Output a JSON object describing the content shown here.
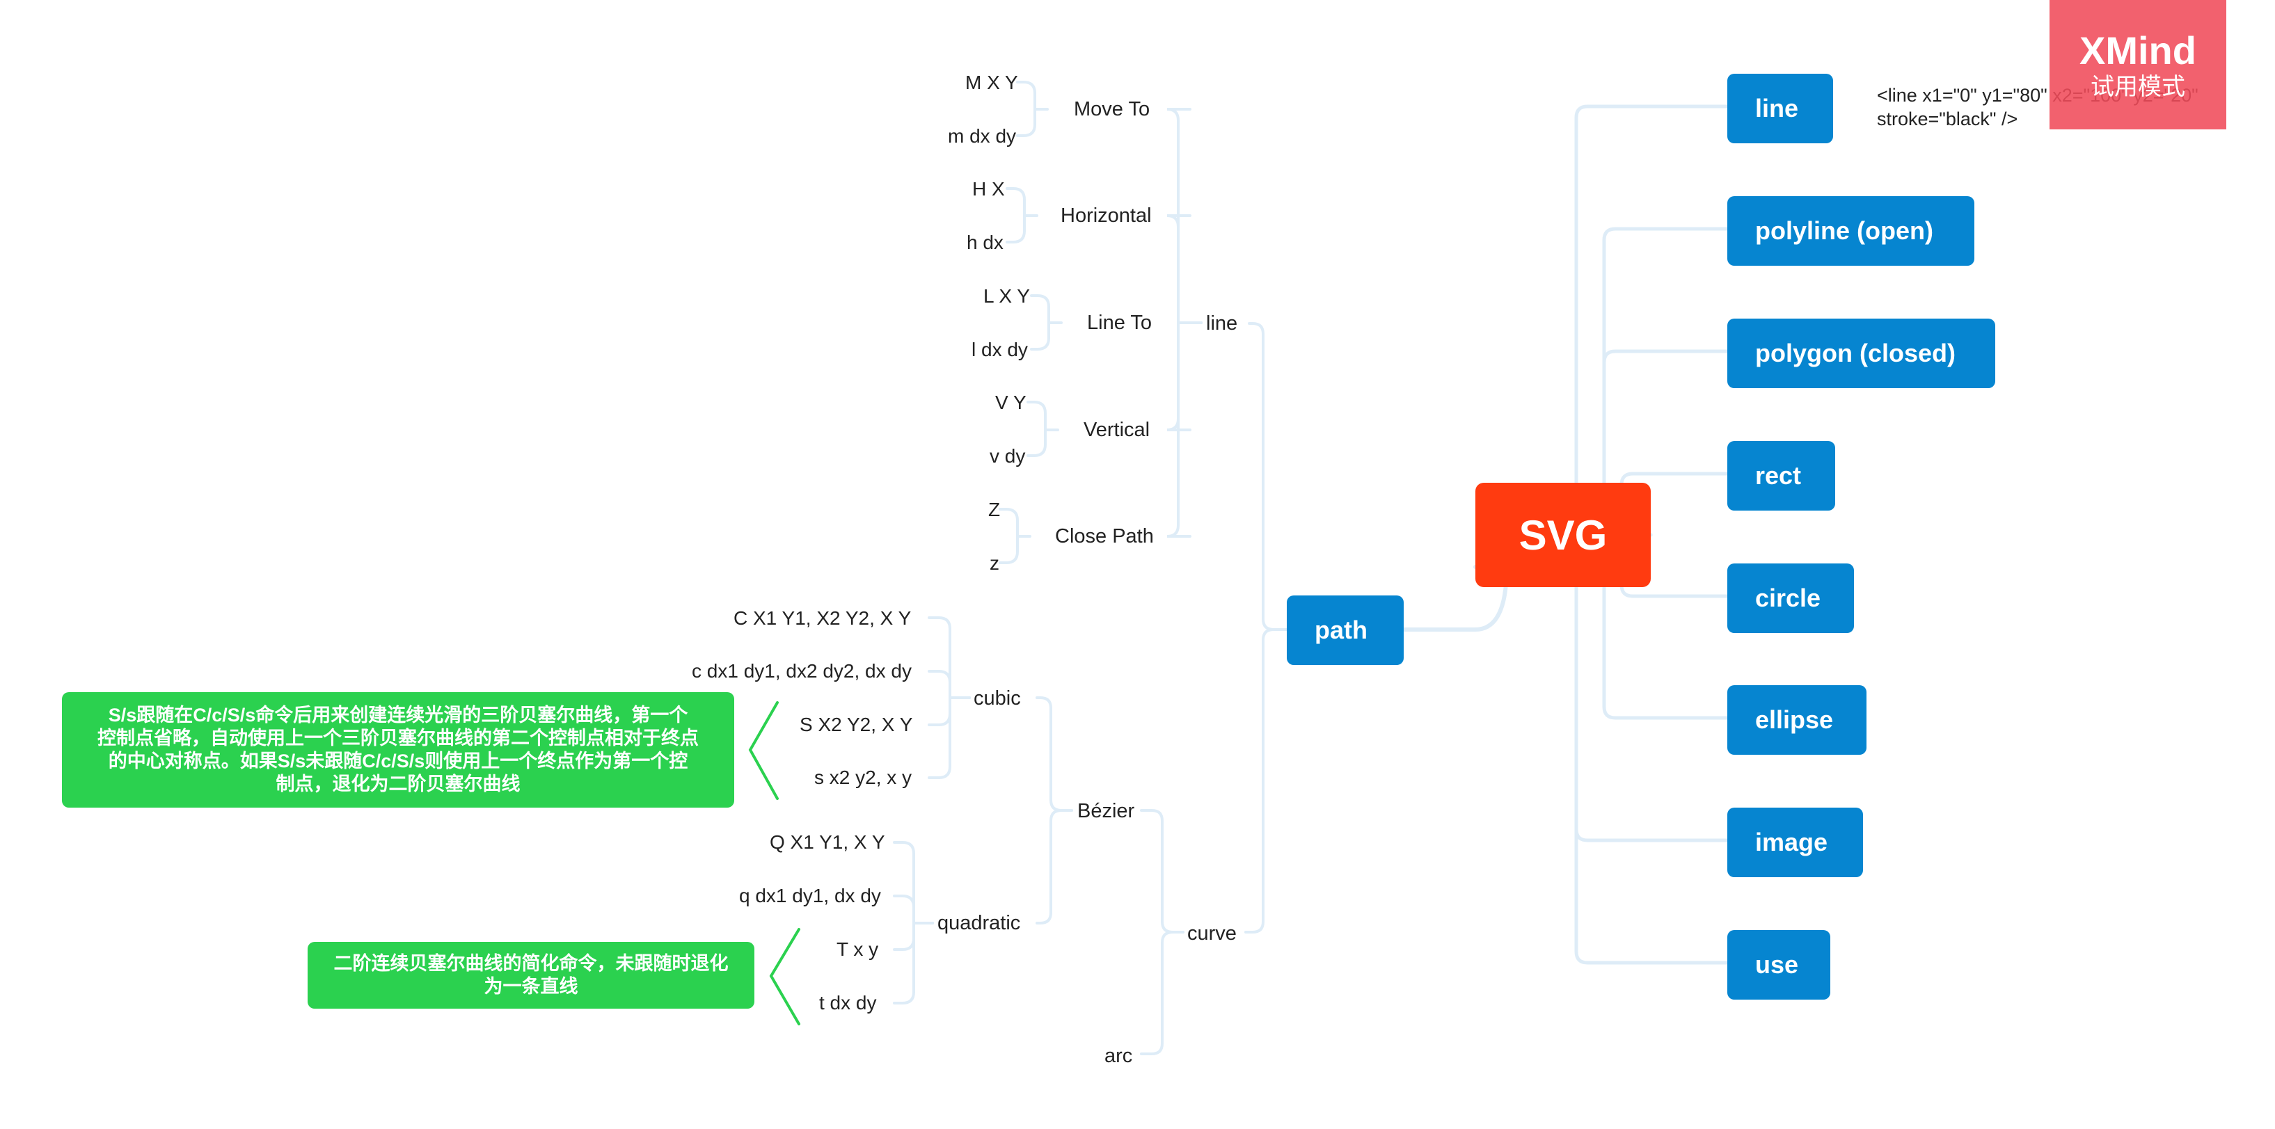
{
  "colors": {
    "root": "#ff3b10",
    "topic": "#0685d0",
    "callout": "#2bd14f",
    "connector": "#deecf7",
    "watermark": "#f04b5a"
  },
  "root": {
    "label": "SVG"
  },
  "elements": [
    {
      "id": "line",
      "label": "line",
      "note": "<line x1=\"0\" y1=\"80\" x2=\"100\" y2=\"20\" stroke=\"black\" />"
    },
    {
      "id": "polyline",
      "label": "polyline (open)"
    },
    {
      "id": "polygon",
      "label": "polygon (closed)"
    },
    {
      "id": "rect",
      "label": "rect"
    },
    {
      "id": "circle",
      "label": "circle"
    },
    {
      "id": "ellipse",
      "label": "ellipse"
    },
    {
      "id": "image",
      "label": "image"
    },
    {
      "id": "use",
      "label": "use"
    }
  ],
  "path": {
    "label": "path",
    "line": {
      "label": "line",
      "commands": [
        {
          "label": "Move To",
          "forms": [
            "M X Y",
            "m dx dy"
          ]
        },
        {
          "label": "Horizontal",
          "forms": [
            "H X",
            "h dx"
          ]
        },
        {
          "label": "Line To",
          "forms": [
            "L X Y",
            "l dx dy"
          ]
        },
        {
          "label": "Vertical",
          "forms": [
            "V Y",
            "v dy"
          ]
        },
        {
          "label": "Close Path",
          "forms": [
            "Z",
            "z"
          ]
        }
      ]
    },
    "curve": {
      "label": "curve",
      "bezier": {
        "label": "Bézier",
        "cubic": {
          "label": "cubic",
          "forms": [
            "C X1 Y1, X2 Y2, X Y",
            "c dx1 dy1, dx2 dy2, dx dy",
            "S X2 Y2, X Y",
            "s x2 y2, x y"
          ],
          "callout": "S/s跟随在C/c/S/s命令后用来创建连续光滑的三阶贝塞尔曲线，第一个\n控制点省略，自动使用上一个三阶贝塞尔曲线的第二个控制点相对于终点\n的中心对称点。如果S/s未跟随C/c/S/s则使用上一个终点作为第一个控\n制点，退化为二阶贝塞尔曲线"
        },
        "quadratic": {
          "label": "quadratic",
          "forms": [
            "Q X1 Y1, X Y",
            "q dx1 dy1, dx dy",
            "T x y",
            "t dx dy"
          ],
          "callout": "二阶连续贝塞尔曲线的简化命令，未跟随时退化\n为一条直线"
        }
      },
      "arc": {
        "label": "arc"
      }
    }
  },
  "watermark": {
    "brand": "XMind",
    "mode": "试用模式"
  }
}
